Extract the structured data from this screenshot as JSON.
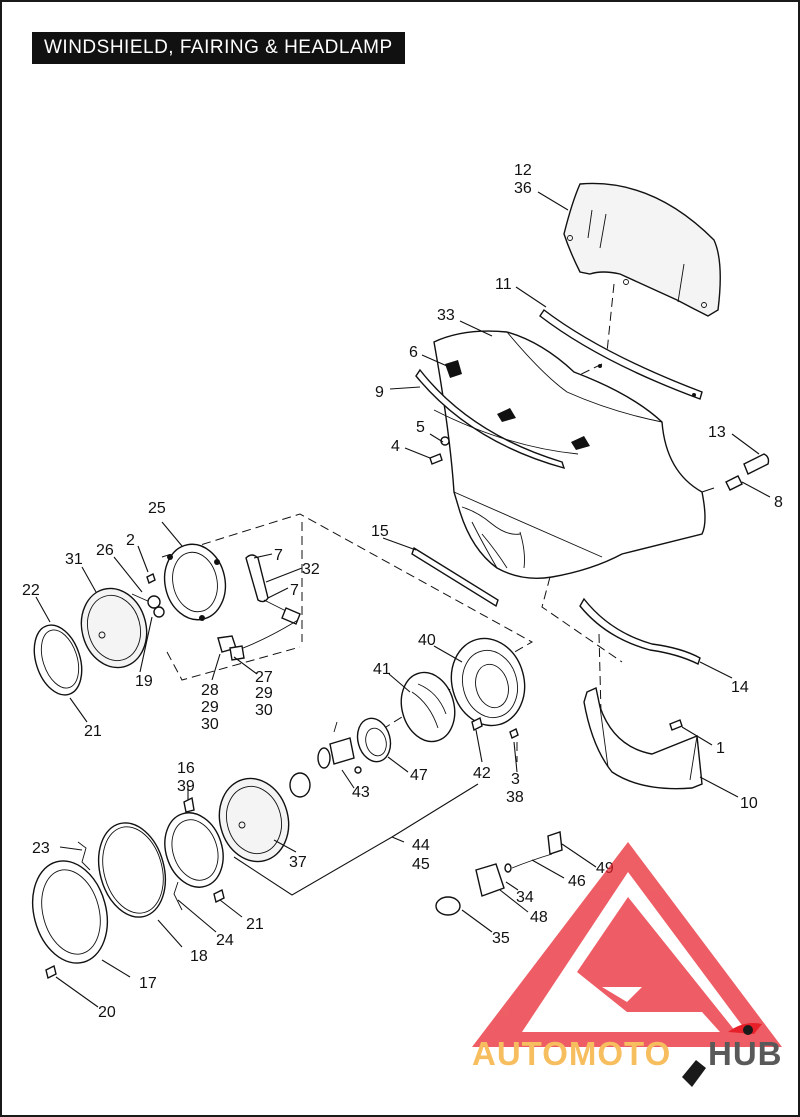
{
  "title": "WINDSHIELD, FAIRING & HEADLAMP",
  "callouts": {
    "c1": "1",
    "c2": "2",
    "c3": "3",
    "c4": "4",
    "c5": "5",
    "c6": "6",
    "c7a": "7",
    "c7b": "7",
    "c8": "8",
    "c9": "9",
    "c10": "10",
    "c11": "11",
    "c12": "12",
    "c13": "13",
    "c14": "14",
    "c15": "15",
    "c16": "16",
    "c17": "17",
    "c18": "18",
    "c19": "19",
    "c20": "20",
    "c21a": "21",
    "c21b": "21",
    "c22": "22",
    "c23": "23",
    "c24": "24",
    "c25": "25",
    "c26": "26",
    "c27": "27",
    "c28": "28",
    "c29a": "29",
    "c29b": "29",
    "c30a": "30",
    "c30b": "30",
    "c31": "31",
    "c32": "32",
    "c33": "33",
    "c34": "34",
    "c35": "35",
    "c36": "36",
    "c37": "37",
    "c38": "38",
    "c39": "39",
    "c40": "40",
    "c41": "41",
    "c42": "42",
    "c43": "43",
    "c44": "44",
    "c45": "45",
    "c46": "46",
    "c47": "47",
    "c48": "48",
    "c49": "49"
  },
  "watermark": {
    "text_left": "AUTOMOTO",
    "text_right": "HUB",
    "color_red": "#e8202a",
    "color_orange": "#f5a623",
    "color_dark": "#1a1a1a"
  }
}
